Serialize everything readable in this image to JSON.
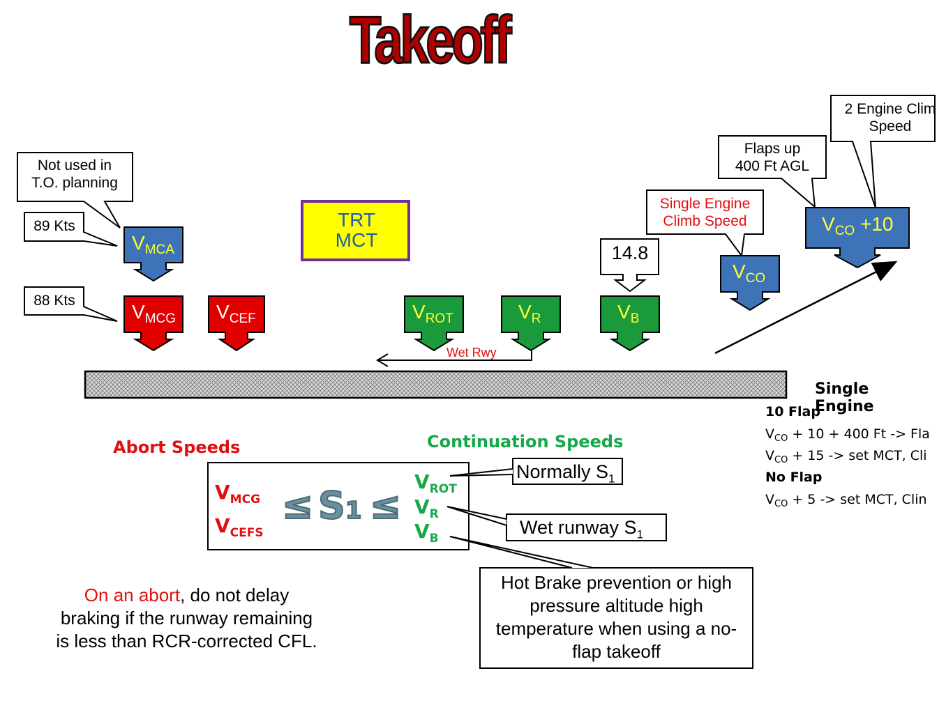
{
  "title": "Takeoff",
  "callouts": {
    "not_used_line1": "Not used in",
    "not_used_line2": "T.O. planning",
    "kts89": "89 Kts",
    "kts88": "88 Kts",
    "trt": "TRT",
    "mct": "MCT",
    "val148": "14.8",
    "single_engine_line1": "Single Engine",
    "single_engine_line2": "Climb Speed",
    "flaps_line1": "Flaps up",
    "flaps_line2": "400 Ft AGL",
    "two_engine_line1": "2 Engine Clim",
    "two_engine_line2": "Speed",
    "wet_rwy": "Wet Rwy"
  },
  "speeds": {
    "v": "V",
    "mca": "MCA",
    "mcg": "MCG",
    "cef": "CEF",
    "rot": "ROT",
    "r": "R",
    "b": "B",
    "co": "CO",
    "plus10": " +10"
  },
  "single_engine_panel": {
    "heading": "Single Engine",
    "flap10": "10 Flap",
    "line1_v": "V",
    "line1_sub": "CO",
    "line1_rest": " + 10 + 400 Ft -> Fla",
    "line2_v": "V",
    "line2_sub": "CO",
    "line2_rest": " + 15 -> set MCT, Cli",
    "noflap": "No Flap",
    "line3_v": "V",
    "line3_sub": "CO",
    "line3_rest": " + 5 -> set MCT, Clin"
  },
  "bottom": {
    "abort_heading": "Abort Speeds",
    "continuation_heading": "Continuation Speeds",
    "vmcg_v": "V",
    "vmcg_sub": "MCG",
    "vcefs_v": "V",
    "vcefs_sub": "CEFS",
    "leq1": "≤",
    "s": "S",
    "one": "1",
    "leq2": "≤",
    "vrot_v": "V",
    "vrot_sub": "ROT",
    "vr_v": "V",
    "vr_sub": "R",
    "vb_v": "V",
    "vb_sub": "B",
    "normally": "Normally S",
    "normally_sub": "1",
    "wet": "Wet runway S",
    "wet_sub": "1",
    "hot_brake": "Hot Brake prevention or high pressure altitude high temperature when using a no-flap takeoff",
    "abort_red": "On an abort",
    "abort_rest": ", do not delay braking if the runway remaining is less than RCR-corrected CFL."
  },
  "colors": {
    "title": "#b10000",
    "blue_box": "#3f73b8",
    "red_box": "#e00000",
    "green_box": "#1a9a3a",
    "yellow_box": "#ffff00",
    "purple_border": "#7030a0",
    "abort_red": "#e01010",
    "continuation_green": "#17a84a",
    "label_yellow": "#ffff33",
    "label_red_text": "#e01010"
  }
}
